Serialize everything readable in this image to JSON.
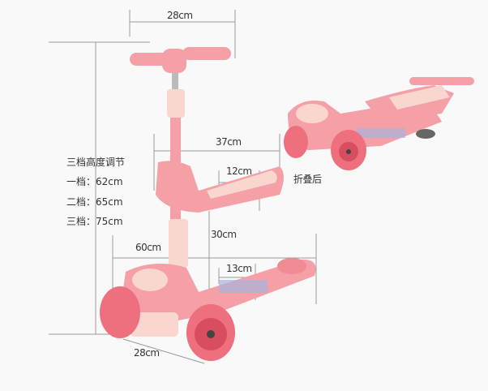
{
  "dimensions": {
    "handlebar_width": "28cm",
    "seat_length": "37cm",
    "seat_pad": "12cm",
    "seat_height": "30cm",
    "deck_length": "60cm",
    "deck_width": "13cm",
    "wheel_base_width": "28cm"
  },
  "height_adjust": {
    "title": "三档高度调节",
    "levels": [
      "一档：62cm",
      "二档：65cm",
      "三档：75cm"
    ]
  },
  "folded_label": "折叠后",
  "colors": {
    "body": "#f4a0a6",
    "wheel": "#ee6f7d",
    "light": "#f9d6cf",
    "line": "#999999"
  }
}
